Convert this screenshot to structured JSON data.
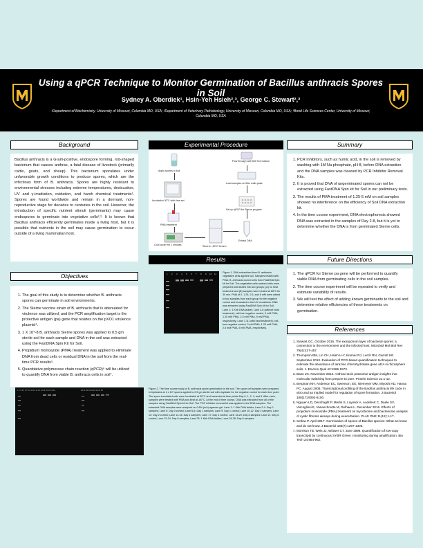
{
  "header": {
    "title": "Using a qPCR Technique to Monitor Germination of Bacillus anthracis Spores in Soil",
    "authors": "Sydney A. Oberdiek¹, Hsin-Yeh Hsieh²,³, George C. Stewart²,³",
    "affiliations": "¹Department of Biochemistry, University of Missouri, Columbia MO, USA; ²Department of Veterinary Pathobiology, University of Missouri, Columbia MO, USA; ³Bond Life Sciences Center, University of Missouri, Columbia MO, USA",
    "logo_text": "M"
  },
  "sections": {
    "background": "Background",
    "procedure": "Experimental Procedure",
    "summary": "Summary",
    "results": "Results",
    "future": "Future Directions",
    "objectives": "Objectives",
    "references": "References"
  },
  "background_text": "Bacillus anthracis is a Gram-positive, endospore forming, rod-shaped bacterium that causes anthrax, a fatal disease of livestock (primarily cattle, goats, and sheep). This bacterium sporulates under unfavorable growth conditions to produce spores, which are the infectious form of B. anthracis. Spores are highly resistant to environmental stresses including extreme temperatures, desiccation, UV and γ-irradiation, oxidation, and harsh chemical treatments¹. Spores are found worldwide and remain in a dormant, non-reproductive stage for decades to centuries in the soil. However, the introduction of specific nutrient stimuli (germinants) may cause endospores to germinate into vegetative cells²,³. It is known that Bacillus anthracis efficiently germinates inside a living host, but it is possible that nutrients in the soil may cause germination to occur outside of a living mammalian host.",
  "objectives": [
    "The goal of this study is to determine whether B. anthracis spores can germinate in soil environments.",
    "The Sterne vaccine strain of B. anthracis that is attenuated for virulence was utilized, and the PCR amplification target is the protective antigen (pa) gene that resides on the pXO1 virulence plasmid⁴.",
    "1 X 10⁴-8 B. anthracis Sterne spores was applied to 0.5 gm sterile soil for each sample and DNA in the soil was extracted using the FastDNA Spin Kit for Soil.",
    "Propidium monoazide (PMA) treatment was applied to eliminate DNA from dead cells or residual DNA in the soil from the real-time PCR results⁵.",
    "Quantitative polymerase chain reaction (qPCR)⁶ will be utilized to quantify DNA from viable B. anthracis cells in soil⁷."
  ],
  "summary": [
    "PCR inhibitors, such as humic acid, in the soil is removed by washing with 1M Na phosphate, pH 8, before DNA extraction and the DNA samples was cleaned by PCR Inhibitor Removal Kits.",
    "It is proved that DNA of ungerminated spores can not be extracted using FastDNA Spin kit for Soil in our preliminary tests.",
    "The results of PMA treatment of 1.25-5 mM on soil samples showed no interference on the efficiency of Soil DNA extraction kit.",
    "In the time course experiment, DNA electrophoresis showed DNA was extracted in the samples of Day 2-8, but it is yet to determine whether the DNA is from germinated Sterne cells."
  ],
  "future": [
    "The qPCR for Sterne pa gene will be performed to quantify viable DNA from germinating cells in the soil samples.",
    "The time course experiment will be repeated to verify and estimate variability of results.",
    "We will test the effect of adding known germinants to the soil and determine relative efficiencies of these treatments on germination."
  ],
  "procedure_labels": {
    "apply": "Apply spores to soil",
    "flow": "Flow through with 500 Hot Carbon",
    "incubate": "Incubation 30°C with time set",
    "load": "Load samples on filter wells plate",
    "pma": "PMA treatment",
    "setup": "Set up qPCR for Sterne pa gene",
    "extract": "Extract DNA",
    "cycler": "Cool cycler for 1 minutes",
    "store": "Store in -80°C freezer"
  },
  "gel1_caption": "Figure 1. DNA extractions from B. anthracis vegetative cells applied soil. Samples treated with PMA, B. anthracis cloned cells from FastDNA Spin kit for Soil. The vegetative cells washed cells were prepared and diluted into two groups; (A) no heat treatment and (B) samples were heated at 65°C for 30 min. PMA of 0, 1.25, 2.5, and 5 mM were added to two samples from each group for the negative control and incubated in the UV crosslinker. DNA was extracted using FastDNA Spin kit for Soil. Lane 1: 1 Kbb DNA ladder; Lane 2-6 (without heat treatment): cell-free negative control, 0 mM PMA, 1.25 mM PMA, 2.5 mM PMA, 5 mM PMA, respectively; Lane 7-11 (with heat treatment): cell-free negative control, 0 mM PMA, 1.25 mM PMA, 2.5 mM PMA, 5 mM PMA, respectively.",
  "gel1_lanes": [
    "1",
    "2",
    "3",
    "4",
    "5",
    "6",
    "7",
    "8",
    "9",
    "10",
    "11"
  ],
  "gel2_caption": "Figure 2. The time course study of B. anthracis spore germination in the soil. The spore cell samples were prepared in triplicates at 1 x 10⁴ spores applied to 0.5 gm sterile soil with duplicate for the negative control for each time point. The spore-inoculated soils were incubated at 30°C and harvested at time points Day 0, 1, 2, 4, and 8. After each, samples were treated with PMA and kept at -80°C. At the end of time course, DNA was extracted from all of the samples using FastDNA Spin kit for Soil. The PCR inhibitor removal kit was applied to the DNA samples. The extracted DNA samples were analyzed on 0.8% (w/v) agarose gel. Lane 1: 1 Kbb DNA ladder; Lane 2-4: Day 0 samples; Lane 5: Day 0 control; Lane 6-8: Day 1 samples; Lane 9: Day 1 control; Lane 10-12: Day 2 samples; Lane 13: Day 2 control; Lane 14-16: Day 4 samples; Lane 17: Day 4 control; Lane 18-20: Day 8 samples; Lane 21: Day 8 control; Lane 22-24: Day 8 samples; Lane 25: 1 Kbb DNA ladder; Lane 26-28: Day 8 samples.",
  "references": [
    "Stewart GC. October 2015. The exosporium layer of bacterial spores: a connection to the environment and the infected host. Microbiol Mol Biol Rev 79(4):437-457.",
    "Thompson BM, Lin CH, Hsieh H-Y, Kremer RJ, Lerch RN, Garrett HE. September 2013. Evaluation of PCR-based quantification techniques to estimate the abundance of atrazine chlorohydrolase gene atzA in rhizosphere soils. J. Environ Qual 42:1565-1573.",
    "Bann JG. November 2012. Anthrax toxin protective antigen-insights into molecular switching from prepore to pore. Protein Science 21:1-12.",
    "Bergman NH, Anderson EC, Swenson, EE, Niemeyer MM, Miyoshi AD, Hanna PC. August 2006. Transcriptional profiling of the Bacillus anthracis life cycle in vitro and an implied model for regulation of spore formation. J Bacteriol 188(17):6092-6100.",
    "Nguyen LD, Deschaght P, Merlin S, Loywick A, Audebert C, Daele SV, Viscogliosi E, Vaneechoutte M, Delhaes L. December 2016. Effects of propidium monoazide (PMA) treatment on mycobiome and bacteriome analysis of cystic fibrosis airways during exacerbation. PLoS ONE 11(12):1-17.",
    "Setlow P. April 2017. Germination of spores of Bacillus species: What we know and do not know. J Bacteriol 196(7):1297-1305.",
    "Morrison TB, Weis JJ, Wittwer CT. June 1998. Quantification of low-copy transcripts by continuous SYBR Green I monitoring during amplification. Bio Tech 24:954-962."
  ]
}
